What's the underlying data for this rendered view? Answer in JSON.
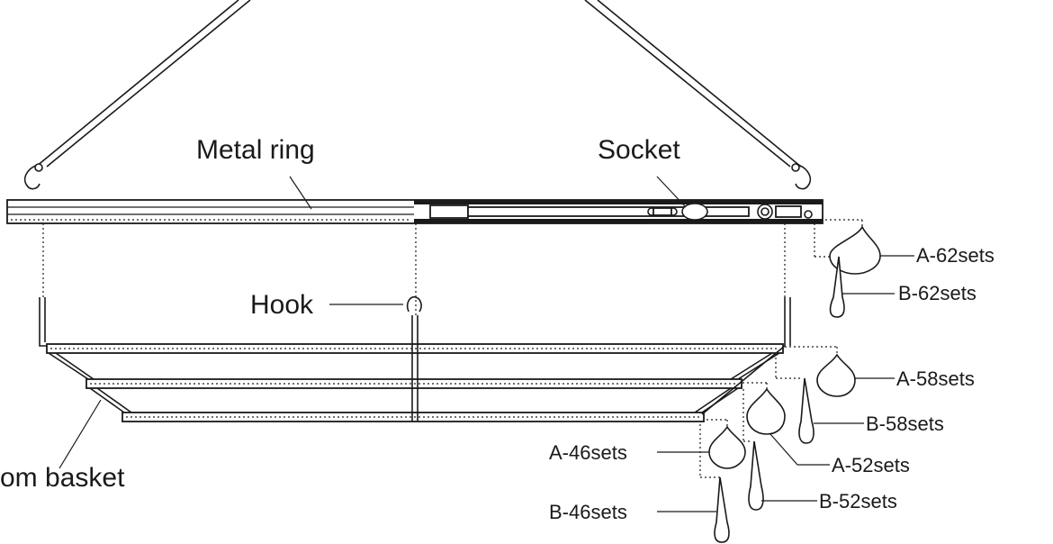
{
  "labels": {
    "metal_ring": "Metal ring",
    "socket": "Socket",
    "hook": "Hook",
    "bottom_basket": "om basket",
    "a62": "A-62sets",
    "b62": "B-62sets",
    "a58": "A-58sets",
    "b58": "B-58sets",
    "a52": "A-52sets",
    "b52": "B-52sets",
    "a46": "A-46sets",
    "b46": "B-46sets"
  },
  "colors": {
    "ink": "#1a1a1a",
    "background": "#ffffff"
  }
}
